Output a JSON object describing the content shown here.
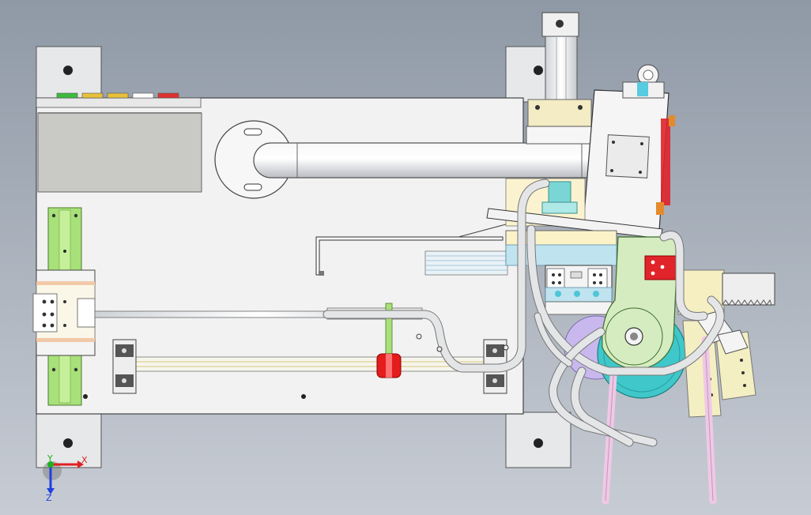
{
  "view": {
    "background_top": "#8f99a6",
    "background_bottom": "#c7ccd4"
  },
  "parts": {
    "base_plate": {
      "color": "#f2f2f2"
    },
    "corner_blocks": {
      "color": "#e6e8ea"
    },
    "control_panel": {
      "color": "#c9c9c6"
    },
    "linear_guide": {
      "color": "#a8e07a"
    },
    "pipe": {
      "color": "#d9dadc"
    },
    "cylinder": {
      "color": "#e9ecee"
    },
    "cylinder_mount": {
      "color": "#f3ecc4"
    },
    "teal_block": {
      "color": "#79d6d4"
    },
    "bend_die": {
      "color": "#d5ecc0"
    },
    "gear_disc": {
      "color": "#3fc7c9"
    },
    "red_block": {
      "color": "#e0242a"
    },
    "clamp_slides": {
      "color": "#f4efc2"
    },
    "rack": {
      "color": "#eeeeee"
    },
    "pink_tubes": {
      "color": "#f0c8e6"
    },
    "lavender_disc": {
      "color": "#c9b8ee"
    },
    "red_roller": {
      "color": "#e41c1c"
    }
  },
  "panel_indicators": [
    {
      "color": "#3dbb3d"
    },
    {
      "color": "#e8c03a"
    },
    {
      "color": "#e8c03a"
    },
    {
      "color": "#ffffff"
    },
    {
      "color": "#e03030"
    }
  ],
  "axis_triad": {
    "x_label": "X",
    "y_label": "Y",
    "z_label": "Z",
    "x_color": "#e02020",
    "y_color": "#20b020",
    "z_color": "#2040e0"
  }
}
